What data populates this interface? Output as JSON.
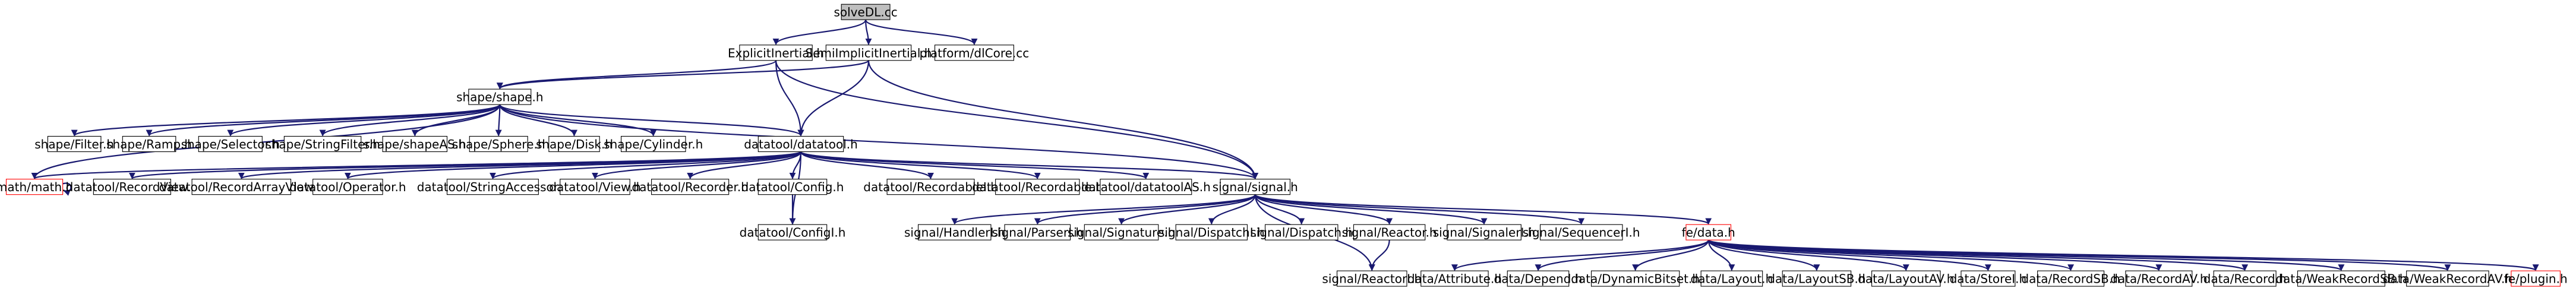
{
  "colors": {
    "edge": "#191970",
    "border": "#000000",
    "root_fill": "#bfbfbf",
    "node_fill": "#ffffff",
    "unresolved_border": "#ff0000",
    "text": "#000000"
  },
  "nodes": [
    {
      "id": "root",
      "label": "solveDL.cc",
      "kind": "root"
    },
    {
      "id": "expl",
      "label": "ExplicitInertial.h"
    },
    {
      "id": "semi",
      "label": "SemiImplicitInertial.h"
    },
    {
      "id": "plat",
      "label": "platform/dlCore.cc"
    },
    {
      "id": "shape",
      "label": "shape/shape.h"
    },
    {
      "id": "dtool",
      "label": "datatool/datatool.h"
    },
    {
      "id": "sig",
      "label": "signal/signal.h"
    },
    {
      "id": "filter",
      "label": "shape/Filter.h"
    },
    {
      "id": "ramp",
      "label": "shape/Ramp.h"
    },
    {
      "id": "selector",
      "label": "shape/Selector.h"
    },
    {
      "id": "strfilter",
      "label": "shape/StringFilter.h"
    },
    {
      "id": "shapeAS",
      "label": "shape/shapeAS.h"
    },
    {
      "id": "sphere",
      "label": "shape/Sphere.h"
    },
    {
      "id": "disk",
      "label": "shape/Disk.h"
    },
    {
      "id": "cyl",
      "label": "shape/Cylinder.h"
    },
    {
      "id": "math",
      "label": "math/math.h",
      "kind": "unresolved"
    },
    {
      "id": "recview",
      "label": "datatool/RecordView.h"
    },
    {
      "id": "recarrview",
      "label": "datatool/RecordArrayView.h"
    },
    {
      "id": "operator",
      "label": "datatool/Operator.h"
    },
    {
      "id": "straccess",
      "label": "datatool/StringAccessor.h"
    },
    {
      "id": "view",
      "label": "datatool/View.h"
    },
    {
      "id": "recorder",
      "label": "datatool/Recorder.h"
    },
    {
      "id": "config",
      "label": "datatool/Config.h"
    },
    {
      "id": "configi",
      "label": "datatool/ConfigI.h"
    },
    {
      "id": "recordablei",
      "label": "datatool/RecordableI.h"
    },
    {
      "id": "recordable",
      "label": "datatool/Recordable.h"
    },
    {
      "id": "datatoolAS",
      "label": "datatool/datatoolAS.h"
    },
    {
      "id": "handleri",
      "label": "signal/HandlerI.h"
    },
    {
      "id": "parseri",
      "label": "signal/ParserI.h"
    },
    {
      "id": "signature",
      "label": "signal/Signature.h"
    },
    {
      "id": "dispatchi",
      "label": "signal/DispatchI.h"
    },
    {
      "id": "dispatch",
      "label": "signal/Dispatch.h"
    },
    {
      "id": "reactor",
      "label": "signal/Reactor.h"
    },
    {
      "id": "reactori",
      "label": "signal/ReactorI.h"
    },
    {
      "id": "signaleri",
      "label": "signal/SignalerI.h"
    },
    {
      "id": "sequenceri",
      "label": "signal/SequencerI.h"
    },
    {
      "id": "fedata",
      "label": "fe/data.h",
      "kind": "unresolved"
    },
    {
      "id": "attribute",
      "label": "data/Attribute.h"
    },
    {
      "id": "depend",
      "label": "data/Depend.h"
    },
    {
      "id": "dynbitset",
      "label": "data/DynamicBitset.h"
    },
    {
      "id": "layout",
      "label": "data/Layout.h"
    },
    {
      "id": "layoutsb",
      "label": "data/LayoutSB.h"
    },
    {
      "id": "layoutav",
      "label": "data/LayoutAV.h"
    },
    {
      "id": "storei",
      "label": "data/StoreI.h"
    },
    {
      "id": "recordsb",
      "label": "data/RecordSB.h"
    },
    {
      "id": "recordav",
      "label": "data/RecordAV.h"
    },
    {
      "id": "record",
      "label": "data/Record.h"
    },
    {
      "id": "weakrecsb",
      "label": "data/WeakRecordSB.h"
    },
    {
      "id": "weakrecav",
      "label": "data/WeakRecordAV.h"
    },
    {
      "id": "plugin",
      "label": "fe/plugin.h",
      "kind": "unresolved"
    }
  ],
  "edges": [
    [
      "root",
      "expl"
    ],
    [
      "root",
      "semi"
    ],
    [
      "root",
      "plat"
    ],
    [
      "expl",
      "shape"
    ],
    [
      "expl",
      "dtool"
    ],
    [
      "expl",
      "sig"
    ],
    [
      "semi",
      "shape"
    ],
    [
      "semi",
      "dtool"
    ],
    [
      "semi",
      "sig"
    ],
    [
      "shape",
      "filter"
    ],
    [
      "shape",
      "ramp"
    ],
    [
      "shape",
      "selector"
    ],
    [
      "shape",
      "strfilter"
    ],
    [
      "shape",
      "shapeAS"
    ],
    [
      "shape",
      "sphere"
    ],
    [
      "shape",
      "disk"
    ],
    [
      "shape",
      "cyl"
    ],
    [
      "shape",
      "dtool"
    ],
    [
      "shape",
      "math"
    ],
    [
      "shape",
      "sig"
    ],
    [
      "math",
      "math"
    ],
    [
      "dtool",
      "math"
    ],
    [
      "dtool",
      "recview"
    ],
    [
      "dtool",
      "recarrview"
    ],
    [
      "dtool",
      "operator"
    ],
    [
      "dtool",
      "straccess"
    ],
    [
      "dtool",
      "view"
    ],
    [
      "dtool",
      "recorder"
    ],
    [
      "dtool",
      "config"
    ],
    [
      "dtool",
      "configi"
    ],
    [
      "dtool",
      "recordablei"
    ],
    [
      "dtool",
      "recordable"
    ],
    [
      "dtool",
      "datatoolAS"
    ],
    [
      "dtool",
      "sig"
    ],
    [
      "config",
      "configi"
    ],
    [
      "sig",
      "handleri"
    ],
    [
      "sig",
      "parseri"
    ],
    [
      "sig",
      "signature"
    ],
    [
      "sig",
      "dispatchi"
    ],
    [
      "sig",
      "dispatch"
    ],
    [
      "sig",
      "reactor"
    ],
    [
      "sig",
      "reactori"
    ],
    [
      "sig",
      "signaleri"
    ],
    [
      "sig",
      "sequenceri"
    ],
    [
      "sig",
      "fedata"
    ],
    [
      "reactor",
      "reactori"
    ],
    [
      "fedata",
      "attribute"
    ],
    [
      "fedata",
      "depend"
    ],
    [
      "fedata",
      "dynbitset"
    ],
    [
      "fedata",
      "layout"
    ],
    [
      "fedata",
      "layoutsb"
    ],
    [
      "fedata",
      "layoutav"
    ],
    [
      "fedata",
      "storei"
    ],
    [
      "fedata",
      "recordsb"
    ],
    [
      "fedata",
      "recordav"
    ],
    [
      "fedata",
      "record"
    ],
    [
      "fedata",
      "weakrecsb"
    ],
    [
      "fedata",
      "weakrecav"
    ],
    [
      "fedata",
      "plugin"
    ]
  ]
}
